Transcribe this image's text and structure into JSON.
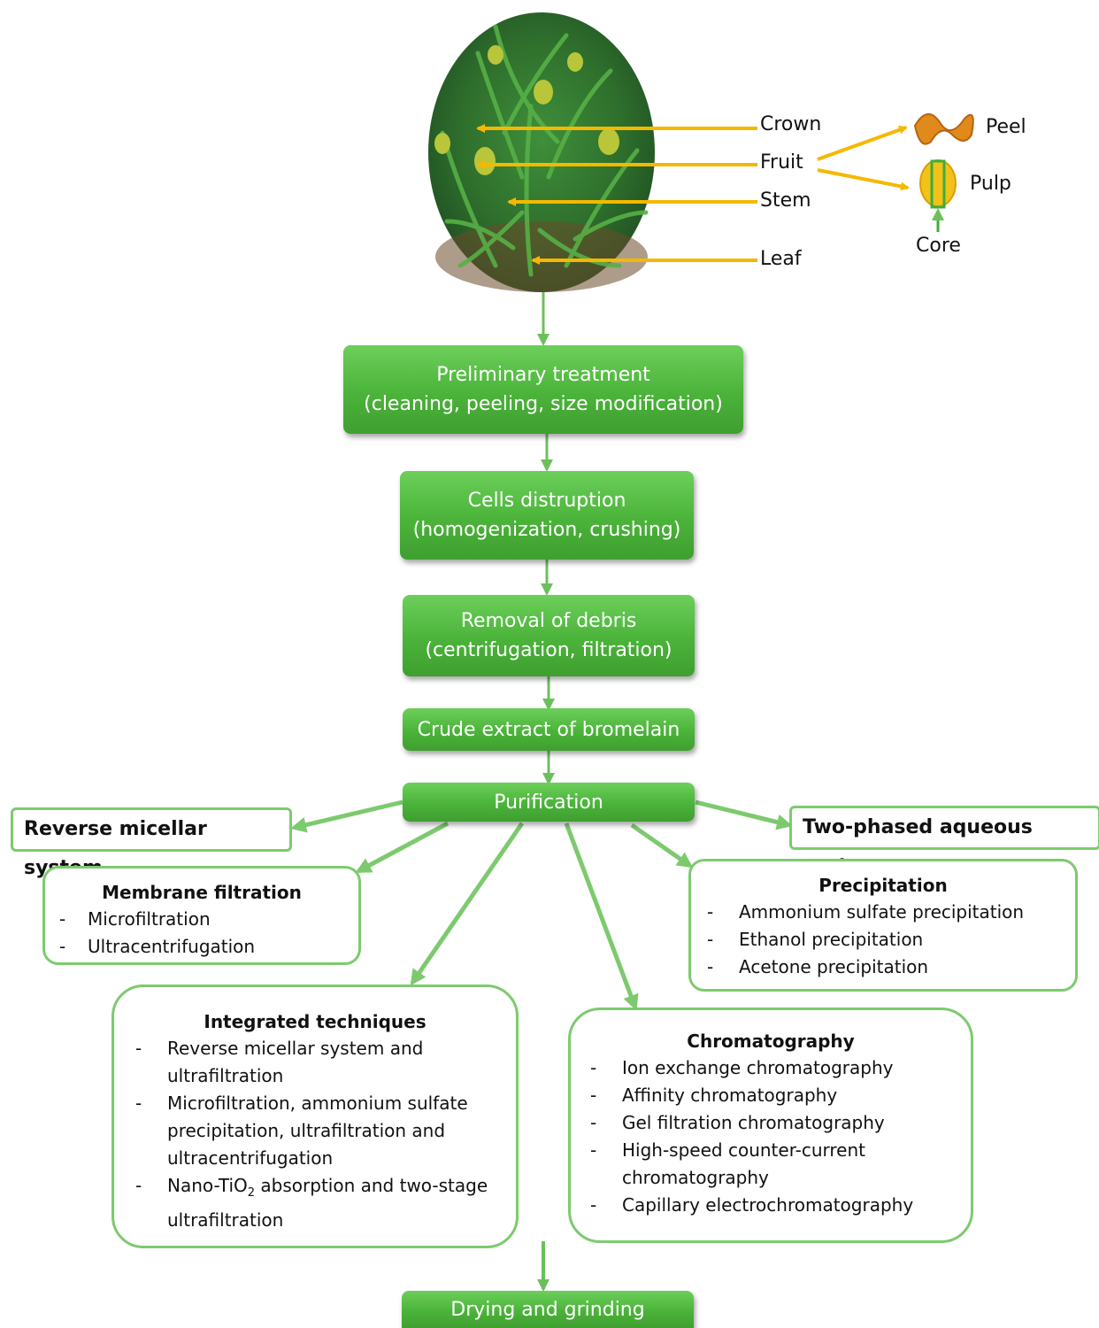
{
  "plant_parts": {
    "crown": "Crown",
    "fruit": "Fruit",
    "stem": "Stem",
    "leaf": "Leaf",
    "peel": "Peel",
    "pulp": "Pulp",
    "core": "Core"
  },
  "steps": {
    "preliminary_title": "Preliminary treatment",
    "preliminary_detail": "(cleaning, peeling, size modification)",
    "disruption_title": "Cells distruption",
    "disruption_detail": "(homogenization, crushing)",
    "debris_title": "Removal of debris",
    "debris_detail": "(centrifugation, filtration)",
    "crude": "Crude extract of bromelain",
    "purification": "Purification",
    "drying": "Drying and grinding"
  },
  "methods": {
    "reverse_micellar": "Reverse micellar system",
    "two_phased": "Two-phased aqueous system",
    "membrane": {
      "title": "Membrane filtration",
      "items": [
        "Microfiltration",
        "Ultracentrifugation"
      ]
    },
    "precipitation": {
      "title": "Precipitation",
      "items": [
        "Ammonium sulfate precipitation",
        "Ethanol precipitation",
        "Acetone precipitation"
      ]
    },
    "integrated": {
      "title": "Integrated techniques",
      "items": [
        "Reverse micellar system and ultrafiltration",
        "Microfiltration, ammonium sulfate precipitation, ultrafiltration and ultracentrifugation",
        "Nano-TiO",
        "2",
        " absorption and two-stage ultrafiltration"
      ]
    },
    "chromatography": {
      "title": "Chromatography",
      "items": [
        "Ion exchange chromatography",
        "Affinity chromatography",
        "Gel filtration chromatography",
        "High-speed counter-current chromatography",
        "Capillary electrochromatography"
      ]
    }
  },
  "colors": {
    "green_fill": "#4bb33a",
    "green_border": "#7dca6e",
    "yellow_arrow": "#f5b800"
  }
}
